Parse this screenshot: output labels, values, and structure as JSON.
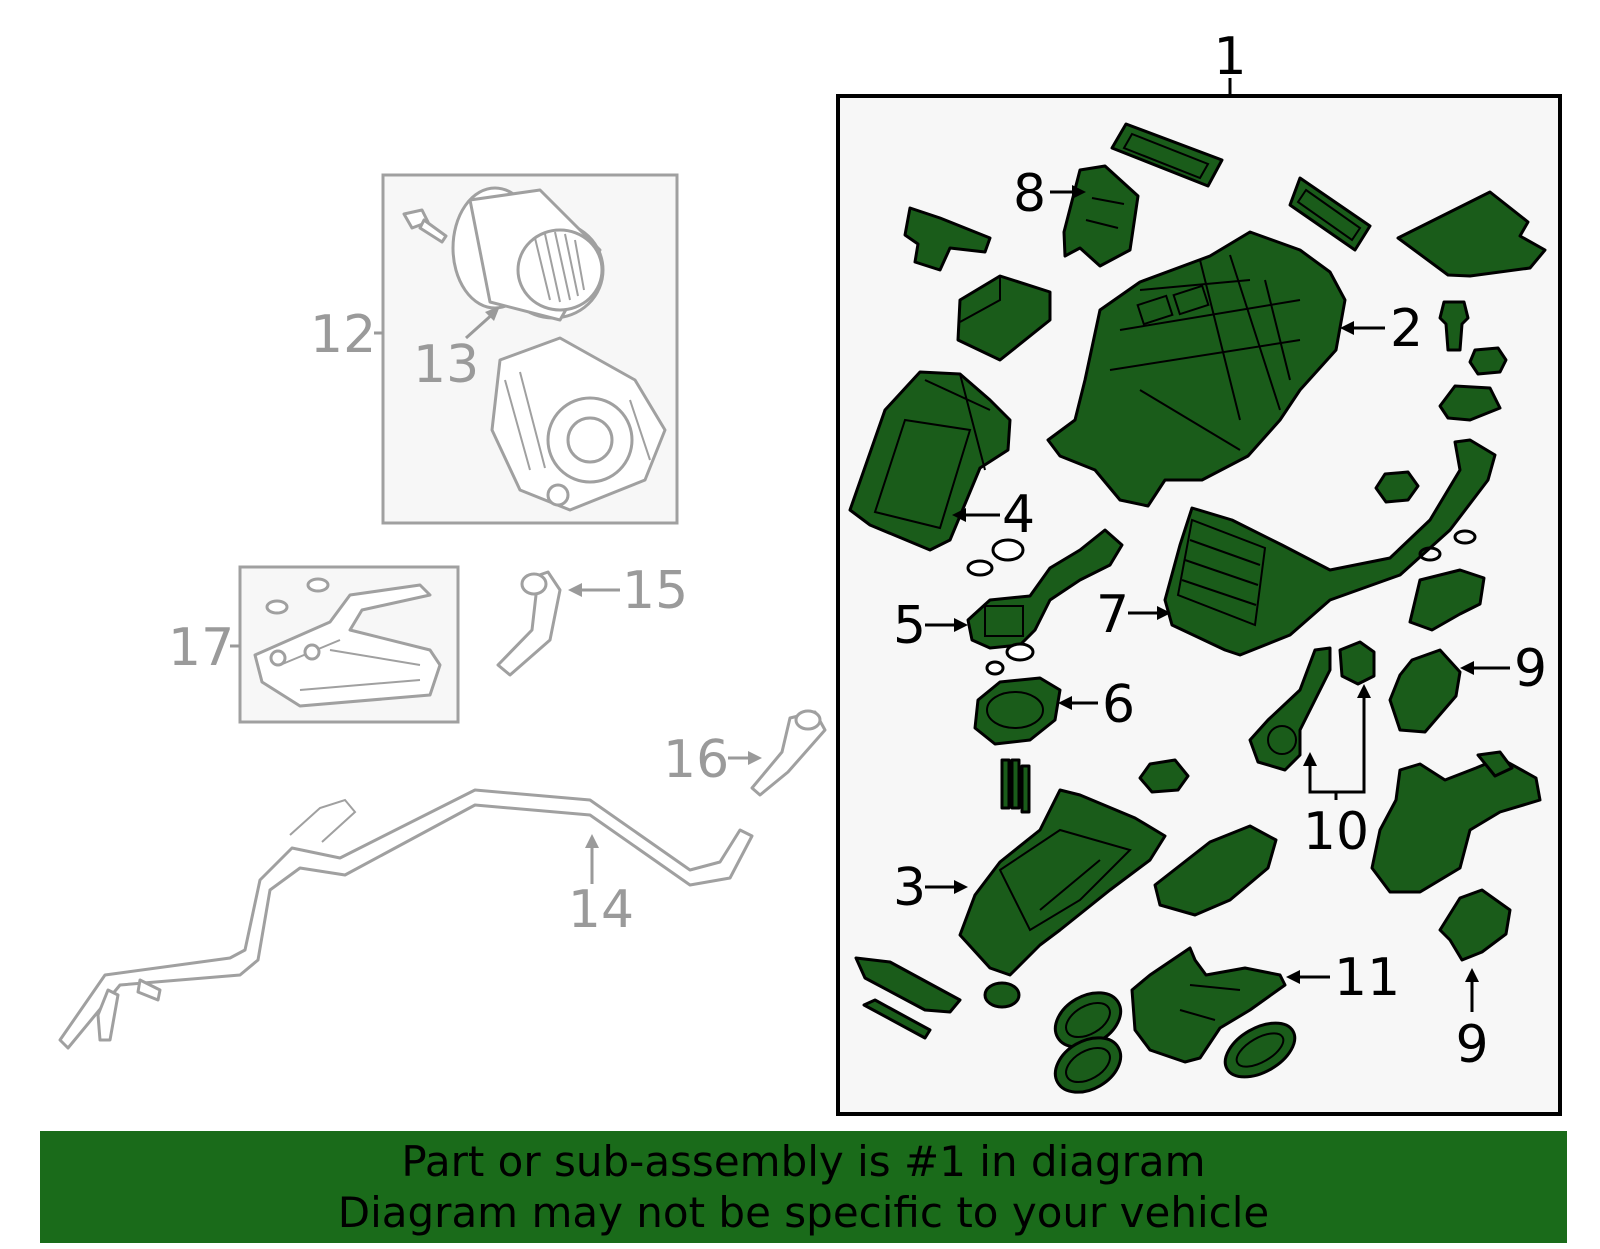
{
  "callouts": {
    "c1": "1",
    "c2": "2",
    "c3": "3",
    "c4": "4",
    "c5": "5",
    "c6": "6",
    "c7": "7",
    "c8": "8",
    "c9a": "9",
    "c9b": "9",
    "c10": "10",
    "c11": "11",
    "c12": "12",
    "c13": "13",
    "c14": "14",
    "c15": "15",
    "c16": "16",
    "c17": "17"
  },
  "footer": {
    "line1": "Part or sub-assembly is #1 in diagram",
    "line2": "Diagram may not be specific to your vehicle"
  },
  "colors": {
    "highlight_fill": "#1a5c1a",
    "footer_bg": "#1a6b1a",
    "unhighlighted_line": "#9a9a9a"
  }
}
